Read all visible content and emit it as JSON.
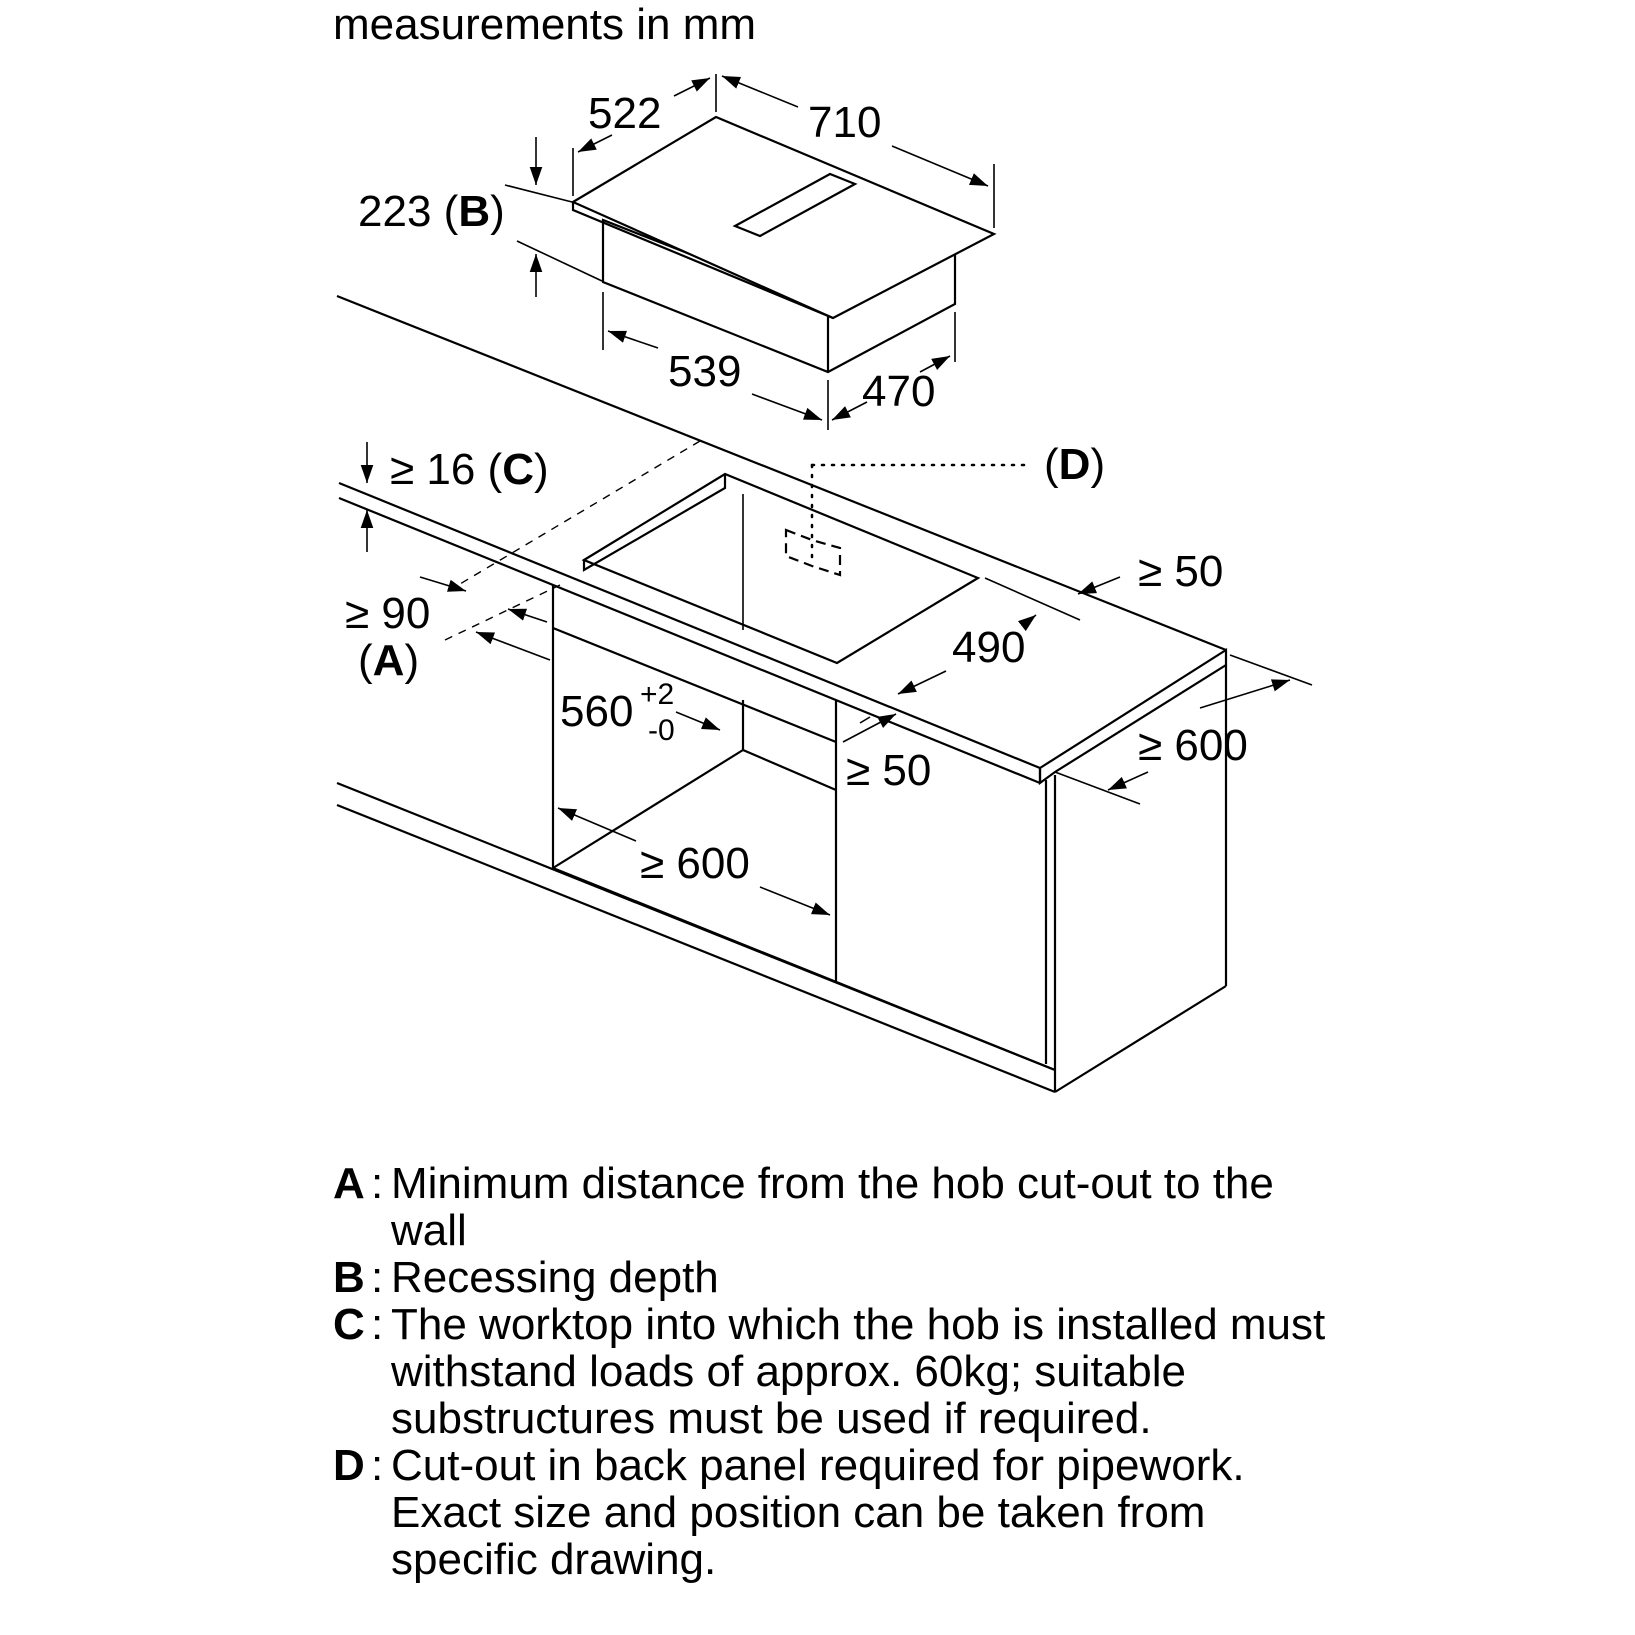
{
  "header": {
    "units_note": "measurements in mm"
  },
  "hob": {
    "width": "710",
    "depth": "522",
    "recessing_depth": "223",
    "recessing_ref": "B",
    "base_width": "539",
    "base_depth": "470"
  },
  "worktop": {
    "thickness": "≥ 16",
    "thickness_ref": "C",
    "wall_distance": "≥ 90",
    "wall_distance_ref": "A",
    "back_panel_ref": "D",
    "cutout_width": "560",
    "cutout_tol_plus": "+2",
    "cutout_tol_minus": "-0",
    "cutout_depth": "490",
    "side_clearance_right": "≥ 50",
    "front_clearance": "≥ 50",
    "cabinet_width": "≥ 600",
    "worktop_depth": "≥ 600"
  },
  "legend": [
    {
      "key": "A",
      "text": "Minimum distance from the hob cut-out to the wall"
    },
    {
      "key": "B",
      "text": "Recessing depth"
    },
    {
      "key": "C",
      "text": "The worktop into which the hob is installed must withstand loads of approx. 60kg; suitable substructures must be used if required."
    },
    {
      "key": "D",
      "text": "Cut-out in back panel required for pipework. Exact size and position can be taken from specific drawing."
    }
  ]
}
